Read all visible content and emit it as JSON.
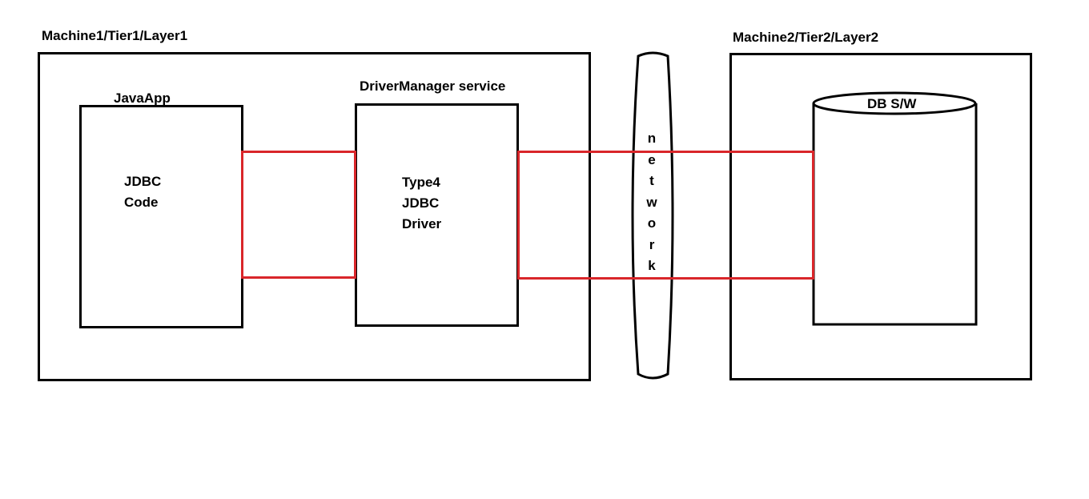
{
  "machine1": {
    "title": "Machine1/Tier1/Layer1",
    "javaapp": {
      "title": "JavaApp",
      "lines": [
        "JDBC",
        "Code"
      ]
    },
    "drivermanager": {
      "title": "DriverManager service",
      "lines": [
        "Type4",
        "JDBC",
        "Driver"
      ]
    }
  },
  "network": {
    "letters": [
      "n",
      "e",
      "t",
      "w",
      "o",
      "r",
      "k"
    ]
  },
  "machine2": {
    "title": "Machine2/Tier2/Layer2",
    "db": {
      "label": "DB S/W"
    }
  },
  "colors": {
    "outline": "#000000",
    "connection": "#d9262a"
  }
}
